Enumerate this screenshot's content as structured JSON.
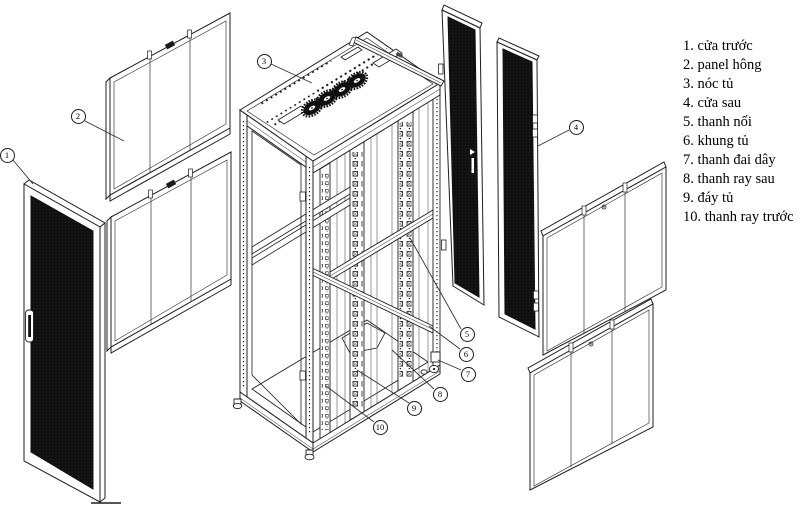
{
  "legend": {
    "items": [
      "1. cửa trước",
      "2. panel hông",
      "3. nóc tủ",
      "4. cửa sau",
      "5. thanh nối",
      "6. khung tủ",
      "7. thanh đai dây",
      "8. thanh ray sau",
      "9. đáy tủ",
      "10. thanh ray trước"
    ]
  },
  "callouts": [
    "1",
    "2",
    "3",
    "4",
    "5",
    "6",
    "7",
    "8",
    "9",
    "10"
  ],
  "colors": {
    "line": "#1f1f1f",
    "panel_fill": "#ffffff",
    "perforated_fill": "#0e0e0e",
    "background": "#ffffff"
  }
}
